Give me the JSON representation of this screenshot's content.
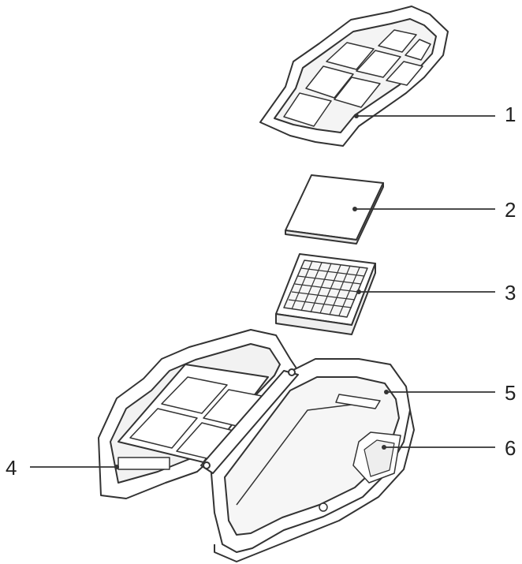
{
  "callouts": [
    {
      "id": "1",
      "text": "1"
    },
    {
      "id": "2",
      "text": "2"
    },
    {
      "id": "3",
      "text": "3"
    },
    {
      "id": "4",
      "text": "4"
    },
    {
      "id": "5",
      "text": "5"
    },
    {
      "id": "6",
      "text": "6"
    }
  ],
  "colors": {
    "line": "#333333",
    "fill": "#ffffff",
    "shade": "#f0f0f0",
    "text": "#222222"
  }
}
